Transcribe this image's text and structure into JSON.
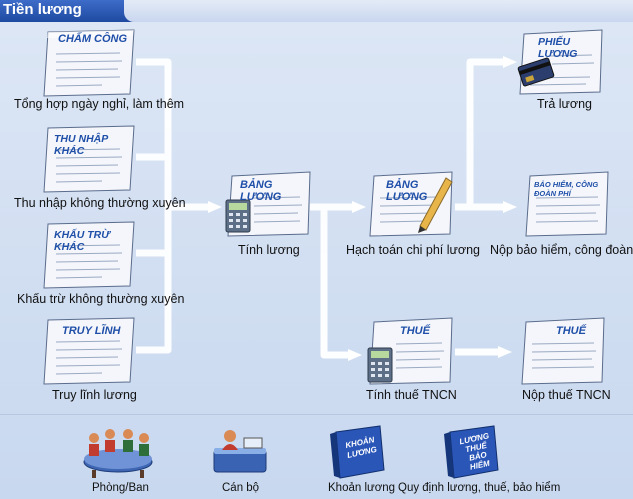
{
  "window": {
    "title": "Tiền lương"
  },
  "inputs": [
    {
      "id": "cham-cong",
      "doc_title": "CHẤM CÔNG",
      "label": "Tổng hợp ngày nghỉ, làm thêm"
    },
    {
      "id": "thu-nhap-khac",
      "doc_title": "THU NHẬP KHÁC",
      "label": "Thu nhập không thường xuyên"
    },
    {
      "id": "khau-tru-khac",
      "doc_title": "KHẤU TRỪ KHÁC",
      "label": "Khấu trừ không thường xuyên"
    },
    {
      "id": "truy-linh",
      "doc_title": "TRUY LĨNH",
      "label": "Truy lĩnh lương"
    }
  ],
  "center": {
    "doc_title": "BẢNG LƯƠNG",
    "label": "Tính lương"
  },
  "middle": [
    {
      "id": "hach-toan",
      "doc_title": "BẢNG LƯƠNG",
      "label": "Hạch toán chi phí lương"
    },
    {
      "id": "tinh-thue",
      "doc_title": "THUẾ",
      "label": "Tính thuế TNCN"
    }
  ],
  "outputs": [
    {
      "id": "tra-luong",
      "doc_title": "PHIẾU LƯƠNG",
      "label": "Trả lương"
    },
    {
      "id": "nop-bao-hiem",
      "doc_title": "BẢO HIỂM, CÔNG ĐOÀN PHÍ",
      "label": "Nộp bảo hiểm, công đoàn phí"
    },
    {
      "id": "nop-thue",
      "doc_title": "THUẾ",
      "label": "Nộp thuế TNCN"
    }
  ],
  "bottom": [
    {
      "id": "phong-ban",
      "label": "Phòng/Ban",
      "icon": "meeting-icon"
    },
    {
      "id": "can-bo",
      "label": "Cán bộ",
      "icon": "staff-icon"
    },
    {
      "id": "khoan-luong",
      "label": "Khoản lương",
      "icon": "book-icon",
      "book_text": "KHOẢN LƯƠNG"
    },
    {
      "id": "quy-dinh",
      "label": "Quy định lương, thuế, bảo hiểm",
      "icon": "book-icon",
      "book_text": "LƯƠNG THUẾ BẢO HIỂM"
    }
  ],
  "colors": {
    "titlebar": "#1e4aa0",
    "doc_title": "#1f4fa8",
    "arrow": "#ffffff"
  }
}
